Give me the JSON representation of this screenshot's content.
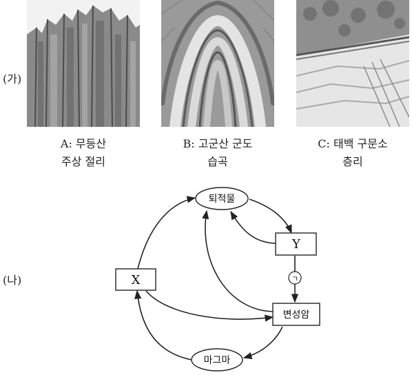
{
  "section_ga": {
    "label": "(가)",
    "photos": [
      {
        "caption_line1": "A: 무등산",
        "caption_line2": "주상 절리"
      },
      {
        "caption_line1": "B: 고군산 군도",
        "caption_line2": "습곡"
      },
      {
        "caption_line1": "C: 태백 구문소",
        "caption_line2": "층리"
      }
    ]
  },
  "section_na": {
    "label": "(나)",
    "nodes": {
      "sediment": "퇴적물",
      "y": "Y",
      "x": "X",
      "metamorphic": "변성암",
      "magma": "마그마"
    },
    "process_label": "ㄱ"
  }
}
